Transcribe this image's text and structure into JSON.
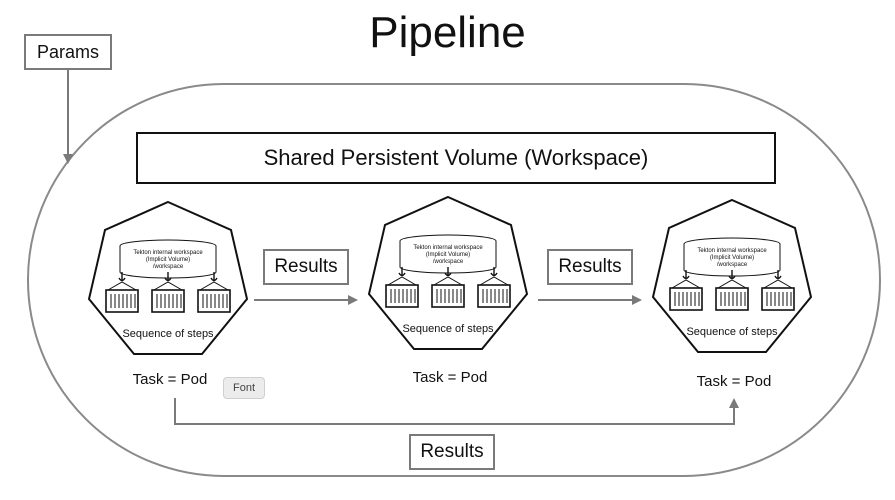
{
  "title": "Pipeline",
  "params_label": "Params",
  "workspace_label": "Shared Persistent Volume (Workspace)",
  "tasks": [
    {
      "volume_line1": "Tekton internal workspace",
      "volume_line2": "(Implicit Volume)",
      "volume_line3": "/workspace",
      "steps_label": "Sequence of steps",
      "task_label": "Task = Pod"
    },
    {
      "volume_line1": "Tekton internal workspace",
      "volume_line2": "(Implicit Volume)",
      "volume_line3": "/workspace",
      "steps_label": "Sequence of steps",
      "task_label": "Task = Pod"
    },
    {
      "volume_line1": "Tekton internal workspace",
      "volume_line2": "(Implicit Volume)",
      "volume_line3": "/workspace",
      "steps_label": "Sequence of steps",
      "task_label": "Task = Pod"
    }
  ],
  "results_labels": [
    "Results",
    "Results",
    "Results"
  ],
  "font_chip_label": "Font"
}
